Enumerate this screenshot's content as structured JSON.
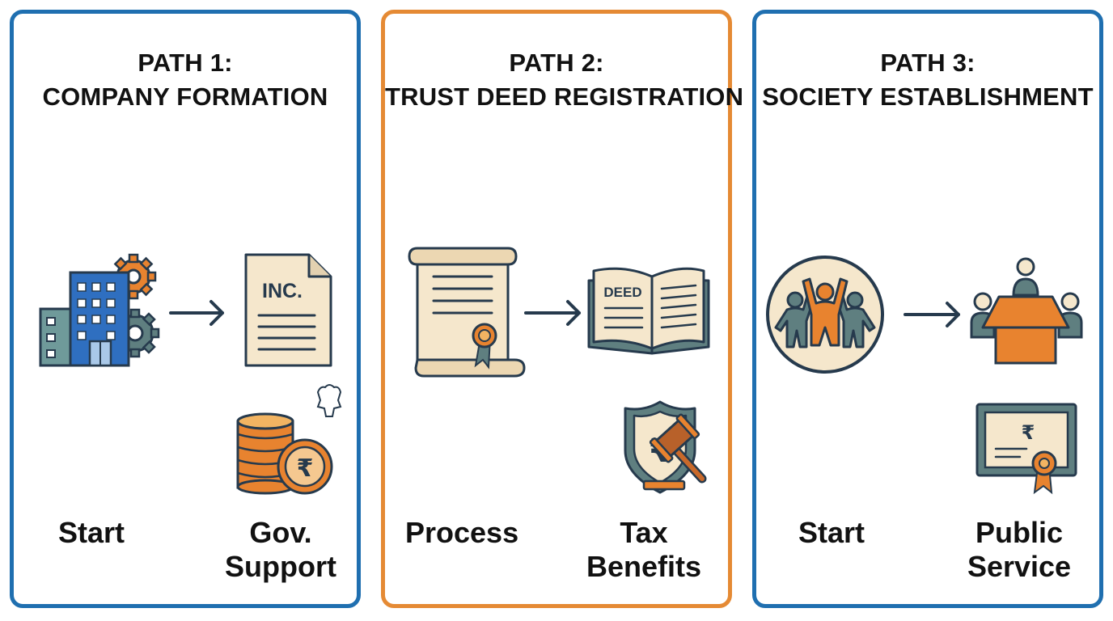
{
  "panels": [
    {
      "title_line1": "PATH 1:",
      "title_line2": "COMPANY FORMATION",
      "left_label": "Start",
      "right_label_line1": "Gov.",
      "right_label_line2": "Support",
      "document_text": "INC.",
      "icons": [
        "office-building-icon",
        "gears-icon",
        "arrow-right-icon",
        "incorporation-document-icon",
        "coin-stack-icon",
        "rupee-coin-icon",
        "emblem-icon"
      ]
    },
    {
      "title_line1": "PATH 2:",
      "title_line2": "TRUST DEED REGISTRATION",
      "left_label": "Process",
      "right_label_line1": "Tax",
      "right_label_line2": "Benefits",
      "book_text": "DEED",
      "icons": [
        "scroll-certificate-icon",
        "arrow-right-icon",
        "open-book-icon",
        "rupee-shield-icon",
        "gavel-icon"
      ]
    },
    {
      "title_line1": "PATH 3:",
      "title_line2": "SOCIETY ESTABLISHMENT",
      "left_label": "Start",
      "right_label_line1": "Public",
      "right_label_line2": "Service",
      "icons": [
        "community-people-icon",
        "arrow-right-icon",
        "meeting-table-icon",
        "rupee-certificate-icon"
      ]
    }
  ],
  "colors": {
    "blue_border": "#1f6fb0",
    "orange_border": "#e58a34",
    "navy": "#263a4d",
    "orange": "#e8832f",
    "cream": "#f5e7cc",
    "slate": "#5f7f80"
  },
  "rupee_symbol": "₹"
}
